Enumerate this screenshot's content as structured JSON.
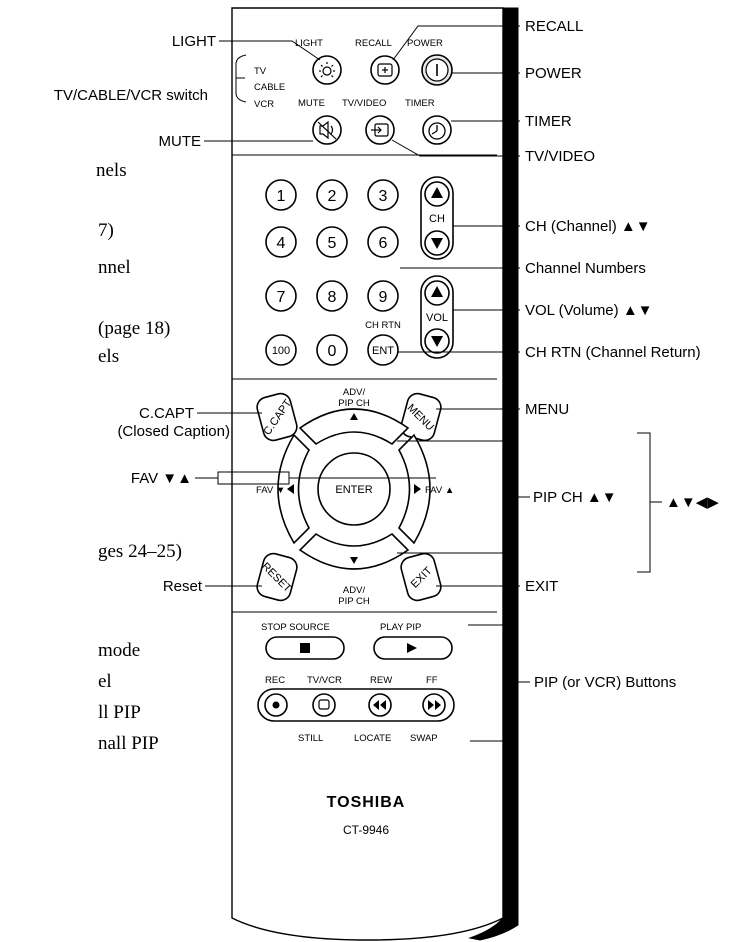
{
  "callouts": {
    "light": "LIGHT",
    "tvcablevcr": "TV/CABLE/VCR switch",
    "mute": "MUTE",
    "ccapt": "C.CAPT",
    "ccapt_sub": "(Closed Caption)",
    "fav": "FAV ▼▲",
    "reset": "Reset",
    "recall": "RECALL",
    "power": "POWER",
    "timer": "TIMER",
    "tvvideo": "TV/VIDEO",
    "ch": "CH (Channel) ▲▼",
    "channel_numbers": "Channel Numbers",
    "vol": "VOL (Volume) ▲▼",
    "ch_rtn": "CH RTN (Channel Return)",
    "menu": "MENU",
    "pip_ch": "PIP CH ▲▼",
    "arrows": "▲▼◀▶",
    "exit": "EXIT",
    "pip_vcr": "PIP (or VCR) Buttons"
  },
  "left_text": [
    "nels",
    "7)",
    "nnel",
    "(page 18)",
    "els",
    "ges 24–25)",
    "mode",
    "el",
    "ll PIP",
    "nall PIP"
  ],
  "remote": {
    "top_labels": {
      "light": "LIGHT",
      "recall": "RECALL",
      "power": "POWER",
      "mute": "MUTE",
      "tvvideo": "TV/VIDEO",
      "timer": "TIMER"
    },
    "switch": {
      "tv": "TV",
      "cable": "CABLE",
      "vcr": "VCR"
    },
    "digits": [
      "1",
      "2",
      "3",
      "4",
      "5",
      "6",
      "7",
      "8",
      "9",
      "100",
      "0",
      "ENT"
    ],
    "ch_label": "CH",
    "vol_label": "VOL",
    "ch_rtn": "CH RTN",
    "ccapt": "C.CAPT",
    "menu": "MENU",
    "reset": "RESET",
    "exit": "EXIT",
    "adv_top_1": "ADV/",
    "adv_top_2": "PIP CH",
    "adv_bot_1": "ADV/",
    "adv_bot_2": "PIP CH",
    "enter": "ENTER",
    "fav_left": "FAV ▼",
    "fav_right": "FAV ▲",
    "stop_source": "STOP  SOURCE",
    "play_pip": "PLAY  PIP",
    "rec": "REC",
    "tvvcr": "TV/VCR",
    "rew": "REW",
    "ff": "FF",
    "still": "STILL",
    "locate": "LOCATE",
    "swap": "SWAP",
    "brand": "TOSHIBA",
    "model": "CT-9946"
  }
}
